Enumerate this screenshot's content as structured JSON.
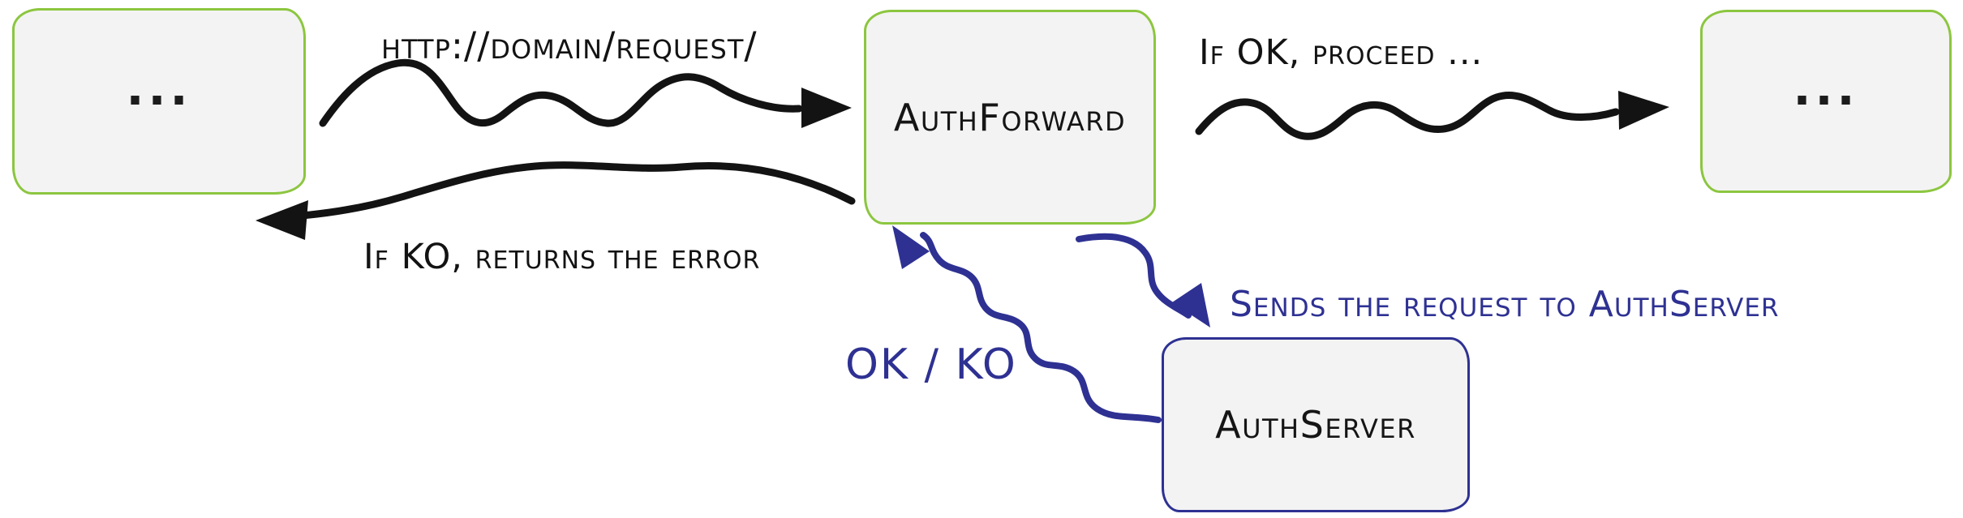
{
  "nodes": {
    "left": {
      "label": "..."
    },
    "authForward": {
      "label": "AuthForward"
    },
    "right": {
      "label": "..."
    },
    "authServer": {
      "label": "AuthServer"
    }
  },
  "edges": {
    "request": {
      "label": "http://domain/request/"
    },
    "okProceed": {
      "label": "If OK, proceed ..."
    },
    "koReturn": {
      "label": "If KO, returns the error"
    },
    "sendToAuthServer": {
      "label": "Sends the request to AuthServer"
    },
    "okKo": {
      "label": "OK / KO"
    }
  },
  "colors": {
    "nodeGreenBorder": "#8cc63f",
    "nodeBlueBorder": "#2e3192",
    "nodeFill": "#f3f3f3",
    "arrowBlack": "#131313",
    "arrowBlue": "#2e3192",
    "textBlack": "#131313",
    "textBlue": "#2e3192"
  }
}
